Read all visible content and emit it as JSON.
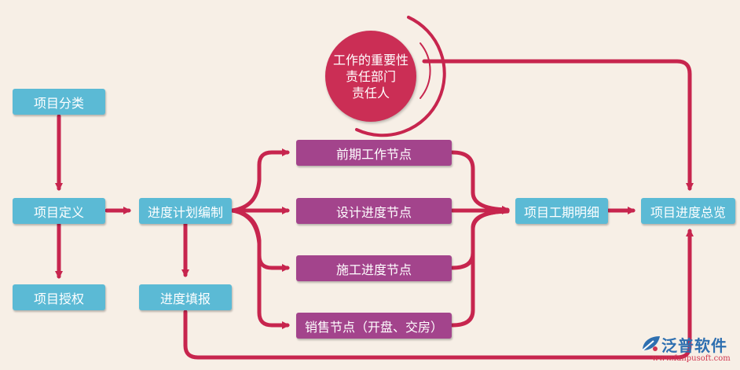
{
  "nodes": {
    "project_category": "项目分类",
    "project_definition": "项目定义",
    "project_authorization": "项目授权",
    "schedule_planning": "进度计划编制",
    "progress_reporting": "进度填报",
    "early_work_nodes": "前期工作节点",
    "design_progress_nodes": "设计进度节点",
    "construction_progress_nodes": "施工进度节点",
    "sales_nodes": "销售节点（开盘、交房）",
    "project_period_details": "项目工期明细",
    "project_progress_overview": "项目进度总览"
  },
  "responsibility_circle": {
    "line1": "工作的重要性",
    "line2": "责任部门",
    "line3": "责任人"
  },
  "logo": {
    "name": "泛普软件",
    "url": "www.fanpusoft.com"
  },
  "colors": {
    "background": "#f7efe6",
    "blue_box": "#5bbad5",
    "purple_box": "#a3448c",
    "arrow": "#c7254e",
    "circle": "#cb2e55"
  }
}
